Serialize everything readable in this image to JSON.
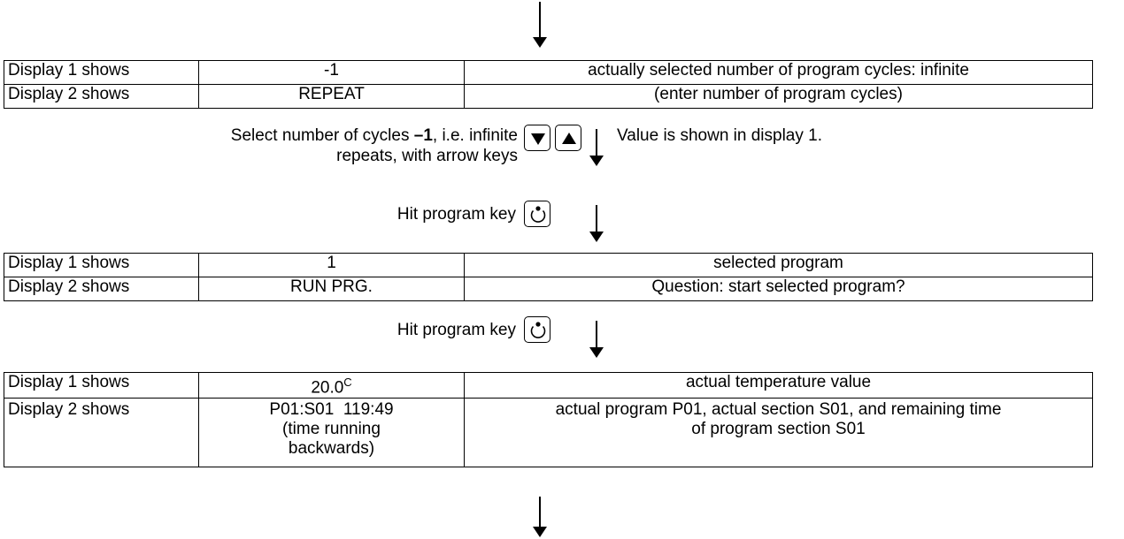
{
  "tables": [
    {
      "rows": [
        {
          "label": "Display 1 shows",
          "value": "-1",
          "desc": "actually selected number of program cycles: infinite"
        },
        {
          "label": "Display 2 shows",
          "value": "REPEAT",
          "desc": "(enter number of program cycles)"
        }
      ]
    },
    {
      "rows": [
        {
          "label": "Display 1 shows",
          "value": "1",
          "desc": "selected program"
        },
        {
          "label": "Display 2 shows",
          "value": "RUN PRG.",
          "desc": "Question: start selected program?"
        }
      ]
    },
    {
      "rows": [
        {
          "label": "Display 1 shows",
          "value": "20.0",
          "value_sup": "C",
          "desc": "actual temperature value"
        },
        {
          "label": "Display 2 shows",
          "value_lines": [
            "P01:S01  119:49",
            "(time running",
            "backwards)"
          ],
          "desc_lines": [
            "actual program P01, actual section S01, and remaining time",
            "of program section S01"
          ]
        }
      ]
    }
  ],
  "steps": {
    "arrows": {
      "prefix": "Select number of cycles ",
      "bold": "–1",
      "suffix": ", i.e. infinite",
      "line2": "repeats, with arrow keys",
      "note": "Value is shown in display 1.",
      "icons": [
        "arrow-down-key-icon",
        "arrow-up-key-icon"
      ]
    },
    "program1": {
      "text": "Hit program key",
      "icon": "program-key-icon"
    },
    "program2": {
      "text": "Hit program key",
      "icon": "program-key-icon"
    }
  }
}
